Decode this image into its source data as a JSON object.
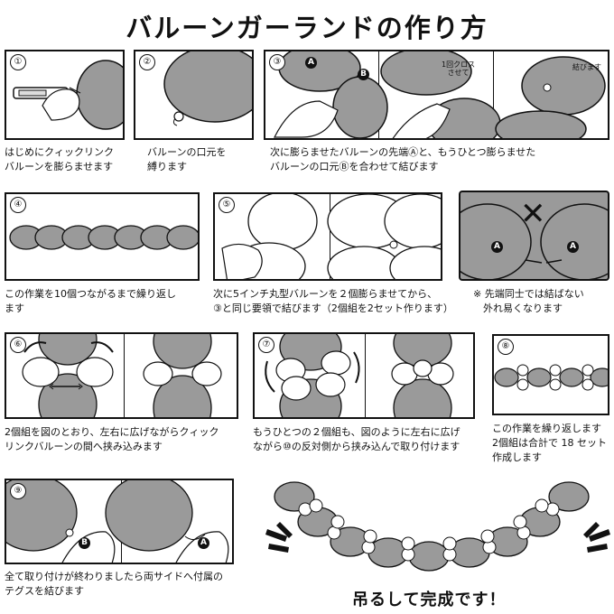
{
  "title": "バルーンガーランドの作り方",
  "colors": {
    "balloon": "#9a9a9a",
    "outline": "#111111",
    "white_balloon": "#ffffff"
  },
  "steps": [
    {
      "num": "①",
      "caption": "はじめにクィックリンク\nバルーンを膨らませます"
    },
    {
      "num": "②",
      "caption": "バルーンの口元を\n縛ります"
    },
    {
      "num": "③",
      "caption": "次に膨らませたバルーンの先端Ⓐと、もうひとつ膨らませた\nバルーンの口元Ⓑを合わせて結びます",
      "label_cross": "1回クロス\nさせて",
      "label_tie": "結びます",
      "mark_a": "A",
      "mark_b": "B"
    },
    {
      "num": "④",
      "caption": "この作業を10個つながるまで繰り返し\nます"
    },
    {
      "num": "⑤",
      "caption": "次に5インチ丸型バルーンを２個膨らませてから、\n③と同じ要領で結びます（2個組を2セット作ります）"
    },
    {
      "num": "",
      "caption": "※ 先端同士では結ばない\n　外れ易くなります",
      "mark_a": "A",
      "cross": "✕"
    },
    {
      "num": "⑥",
      "caption": "2個組を図のとおり、左右に広げながらクィック\nリンクバルーンの間へ挟み込みます"
    },
    {
      "num": "⑦",
      "caption": "もうひとつの２個組も、図のように左右に広げ\nながら⑩の反対側から挟み込んで取り付けます"
    },
    {
      "num": "⑧",
      "caption": "この作業を繰り返します\n2個組は合計で 18 セット\n作成します"
    },
    {
      "num": "⑨",
      "caption": "全て取り付けが終わりましたら両サイドへ付属の\nテグスを結びます",
      "mark_a": "A",
      "mark_b": "B"
    }
  ],
  "final_caption": "吊るして完成です！"
}
